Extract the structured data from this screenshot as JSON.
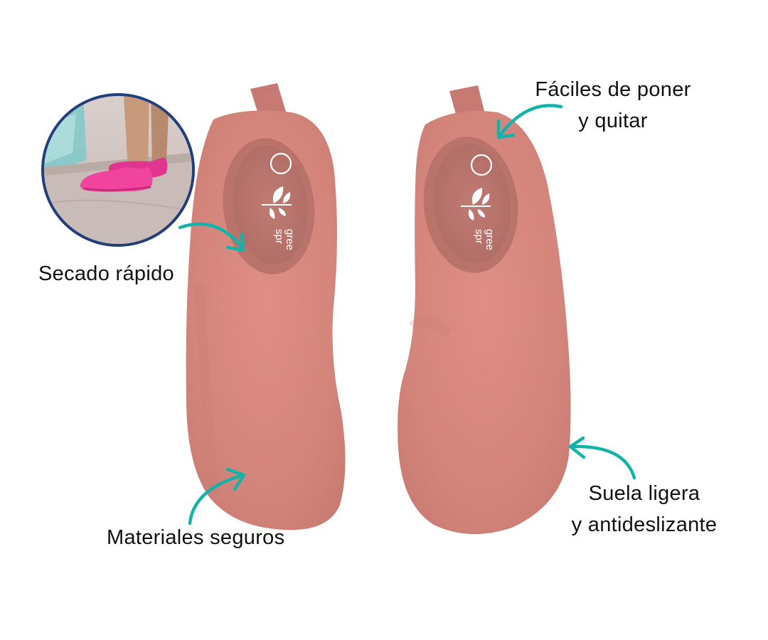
{
  "colors": {
    "shoe_main": "#D98A80",
    "shoe_shadow": "#C27A71",
    "shoe_inner": "#B8756D",
    "arrow_teal": "#14B3AA",
    "circle_border": "#233F7A",
    "photo_shoe": "#F0449E",
    "text": "#111111",
    "background": "#FFFFFF"
  },
  "photo_inset": {
    "description": "child wearing pink water shoes standing on pool edge"
  },
  "shoes": [
    {
      "side": "left",
      "logo_text_line1": "gree",
      "logo_text_line2": "spr"
    },
    {
      "side": "right",
      "logo_text_line1": "gree",
      "logo_text_line2": "spr"
    }
  ],
  "callouts": {
    "quick_dry": {
      "label": "Secado rápido"
    },
    "easy_on_off": {
      "line1": "Fáciles de poner",
      "line2": "y quitar"
    },
    "safe_materials": {
      "label": "Materiales seguros"
    },
    "light_sole": {
      "line1": "Suela ligera",
      "line2": "y antideslizante"
    }
  }
}
